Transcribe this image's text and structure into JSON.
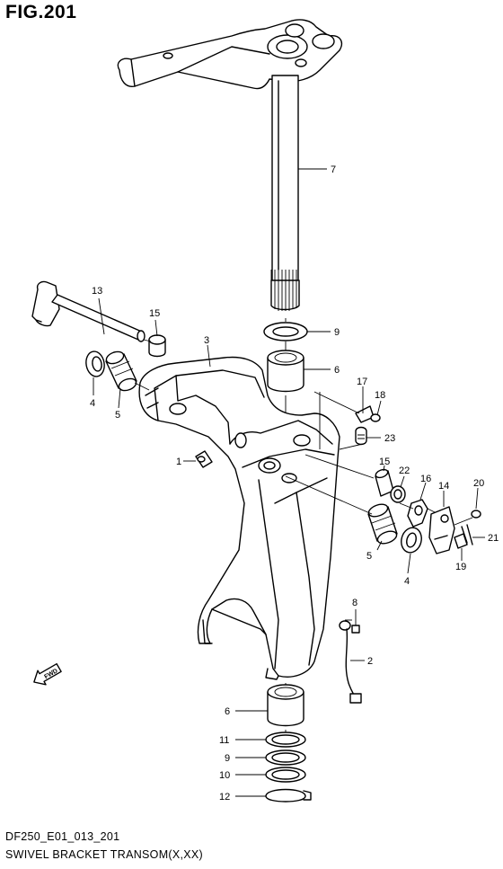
{
  "figure": {
    "title": "FIG.201",
    "drawing_code": "DF250_E01_013_201",
    "caption": "SWIVEL BRACKET TRANSOM(X,XX)",
    "fwd_label": "FWD"
  },
  "callouts": [
    {
      "id": "callout-7",
      "label": "7"
    },
    {
      "id": "callout-13",
      "label": "13"
    },
    {
      "id": "callout-15a",
      "label": "15"
    },
    {
      "id": "callout-3",
      "label": "3"
    },
    {
      "id": "callout-9a",
      "label": "9"
    },
    {
      "id": "callout-6a",
      "label": "6"
    },
    {
      "id": "callout-4a",
      "label": "4"
    },
    {
      "id": "callout-5a",
      "label": "5"
    },
    {
      "id": "callout-17",
      "label": "17"
    },
    {
      "id": "callout-18",
      "label": "18"
    },
    {
      "id": "callout-23",
      "label": "23"
    },
    {
      "id": "callout-1",
      "label": "1"
    },
    {
      "id": "callout-15b",
      "label": "15"
    },
    {
      "id": "callout-22",
      "label": "22"
    },
    {
      "id": "callout-16",
      "label": "16"
    },
    {
      "id": "callout-14",
      "label": "14"
    },
    {
      "id": "callout-20",
      "label": "20"
    },
    {
      "id": "callout-21",
      "label": "21"
    },
    {
      "id": "callout-19",
      "label": "19"
    },
    {
      "id": "callout-5b",
      "label": "5"
    },
    {
      "id": "callout-4b",
      "label": "4"
    },
    {
      "id": "callout-8",
      "label": "8"
    },
    {
      "id": "callout-2",
      "label": "2"
    },
    {
      "id": "callout-6b",
      "label": "6"
    },
    {
      "id": "callout-11",
      "label": "11"
    },
    {
      "id": "callout-9b",
      "label": "9"
    },
    {
      "id": "callout-10",
      "label": "10"
    },
    {
      "id": "callout-12",
      "label": "12"
    }
  ]
}
